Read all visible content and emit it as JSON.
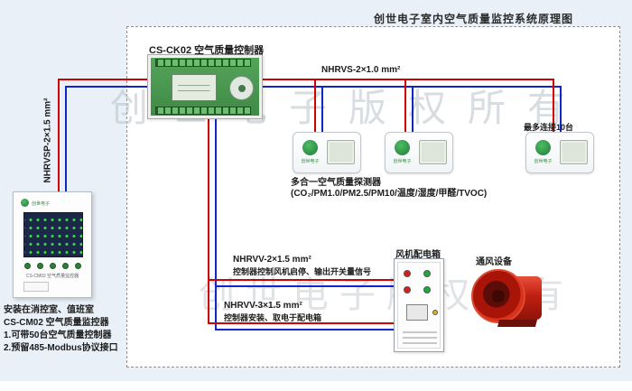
{
  "page": {
    "title": "创世电子室内空气质量监控系统原理图"
  },
  "brand": "创世电子",
  "watermarks": [
    "创世电子版权所有",
    "创世电子版权所有"
  ],
  "controller": {
    "label": "CS-CK02 空气质量控制器"
  },
  "sensor_bus": {
    "cable_label": "NHRVS-2×1.0 mm²"
  },
  "monitor_bus": {
    "cable_label": "NHRVSP-2×1.5 mm²"
  },
  "sensors": {
    "max_note": "最多连接10台",
    "caption_line1": "多合一空气质量探测器",
    "caption_line2": "(CO₂/PM1.0/PM2.5/PM10/温度/湿度/甲醛/TVOC)"
  },
  "monitor": {
    "panel_label": "CS-CM02 空气质量监控器",
    "notes": [
      "安装在消控室、值班室",
      "CS-CM02 空气质量监控器",
      "1.可带50台空气质量控制器",
      "2.预留485-Modbus协议接口"
    ]
  },
  "fan_control_cable": {
    "cable_label": "NHRVV-2×1.5 mm²",
    "description": "控制器控制风机启停、输出开关量信号"
  },
  "power_cable": {
    "cable_label": "NHRVV-3×1.5 mm²",
    "description": "控制器安装、取电于配电箱"
  },
  "fan_box": {
    "label": "风机配电箱"
  },
  "fan": {
    "label": "通风设备"
  },
  "colors": {
    "background": "#e9f0f8",
    "wire_red": "#d40000",
    "wire_blue": "#1126c9",
    "brand_green": "#2e8b3a",
    "fan_red": "#c01f10"
  }
}
